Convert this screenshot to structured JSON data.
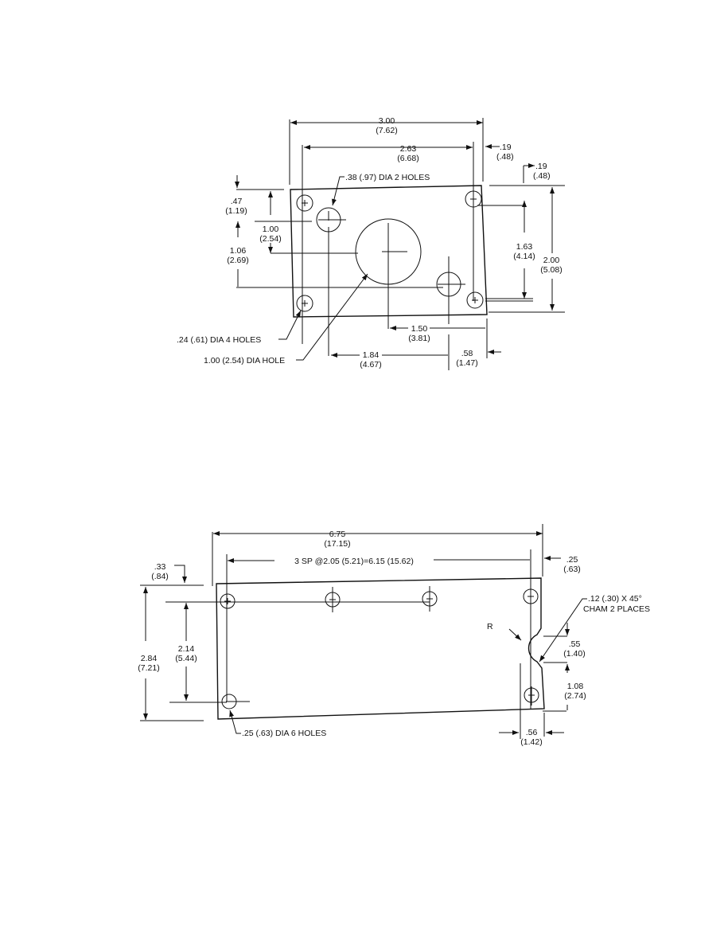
{
  "plate1": {
    "overall_width": "3.00",
    "overall_width_mm": "(7.62)",
    "hole_span": "2.63",
    "hole_span_mm": "(6.68)",
    "right_edge_offset": ".19",
    "right_edge_offset_mm": "(.48)",
    "top_edge_offset": ".19",
    "top_edge_offset_mm": "(.48)",
    "medium_holes_note": ".38 (.97) DIA 2 HOLES",
    "top_offset": ".47",
    "top_offset_mm": "(1.19)",
    "center_offset": "1.00",
    "center_offset_mm": "(2.54)",
    "lower_offset": "1.06",
    "lower_offset_mm": "(2.69)",
    "vertical_hole_span": "1.63",
    "vertical_hole_span_mm": "(4.14)",
    "overall_height": "2.00",
    "overall_height_mm": "(5.08)",
    "small_holes_note": ".24 (.61) DIA 4 HOLES",
    "large_hole_note": "1.00 (2.54) DIA HOLE",
    "center_to_hole": "1.50",
    "center_to_hole_mm": "(3.81)",
    "hole_to_hole": "1.84",
    "hole_to_hole_mm": "(4.67)",
    "hole_to_edge": ".58",
    "hole_to_edge_mm": "(1.47)"
  },
  "plate2": {
    "overall_width": "6.75",
    "overall_width_mm": "(17.15)",
    "spacing": "3 SP @2.05 (5.21)=6.15 (15.62)",
    "right_offset": ".25",
    "right_offset_mm": "(.63)",
    "top_offset": ".33",
    "top_offset_mm": "(.84)",
    "chamfer_note_1": ".12 (.30) X 45°",
    "chamfer_note_2": "CHAM  2 PLACES",
    "radius_label": "R",
    "notch_width": ".55",
    "notch_width_mm": "(1.40)",
    "hole_span": "2.14",
    "hole_span_mm": "(5.44)",
    "overall_height": "2.84",
    "overall_height_mm": "(7.21)",
    "lower_offset": "1.08",
    "lower_offset_mm": "(2.74)",
    "holes_note": ".25 (.63) DIA 6 HOLES",
    "notch_offset": ".56",
    "notch_offset_mm": "(1.42)"
  }
}
